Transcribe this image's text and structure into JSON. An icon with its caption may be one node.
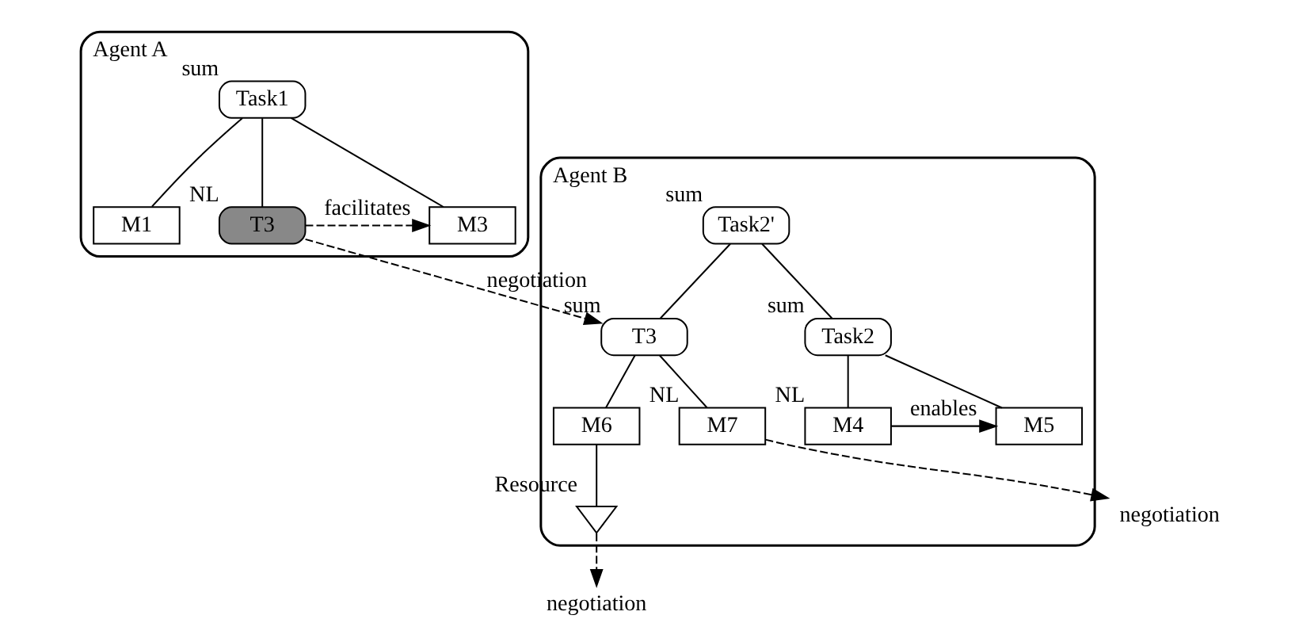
{
  "diagram": {
    "nodes": [
      {
        "text": [
          "Agent A"
        ]
      },
      {
        "text": [
          "Task1"
        ],
        "in": 0,
        "beside": [
          "sum"
        ]
      },
      {
        "text": [
          "M1"
        ],
        "in": 0
      },
      {
        "text": [
          "T3"
        ],
        "in": 0,
        "beside": [
          "NL"
        ]
      },
      {
        "text": [
          "M3"
        ],
        "in": 0
      },
      {
        "text": [
          "Agent B"
        ]
      },
      {
        "text": [
          "Task2'"
        ],
        "in": 5,
        "beside": [
          "sum"
        ]
      },
      {
        "text": [
          "Task2"
        ],
        "in": 5,
        "beside": [
          "sum"
        ]
      },
      {
        "text": [
          "T3"
        ],
        "in": 5,
        "beside": [
          "sum"
        ]
      },
      {
        "text": [
          "M4"
        ],
        "in": 5,
        "beside": [
          "NL"
        ]
      },
      {
        "text": [
          "M5"
        ],
        "in": 5
      },
      {
        "text": [
          "M6"
        ],
        "in": 5
      },
      {
        "text": [
          "M7"
        ],
        "in": 5,
        "beside": [
          "NL"
        ]
      },
      {
        "text": [],
        "shape": "triangle",
        "in": 5,
        "beside": [
          "Resource"
        ]
      },
      {
        "text": [
          "negotiation"
        ]
      },
      {
        "text": [
          "negotiation"
        ]
      }
    ],
    "edges": [
      {
        "from": 1,
        "to": 2,
        "arrow": "none"
      },
      {
        "from": 1,
        "to": 3,
        "arrow": "none"
      },
      {
        "from": 1,
        "to": 4,
        "arrow": "none"
      },
      {
        "from": 3,
        "to": 4,
        "arrow": "to",
        "style": "dashed",
        "label": "facilitates"
      },
      {
        "from": 3,
        "to": 8,
        "arrow": "to",
        "style": "dashed",
        "label": "negotiation"
      },
      {
        "from": 6,
        "to": 7,
        "arrow": "none"
      },
      {
        "from": 6,
        "to": 8,
        "arrow": "none"
      },
      {
        "from": 7,
        "to": 9,
        "arrow": "none"
      },
      {
        "from": 7,
        "to": 10,
        "arrow": "none"
      },
      {
        "from": 9,
        "to": 10,
        "arrow": "to",
        "label": "enables"
      },
      {
        "from": 8,
        "to": 11,
        "arrow": "none"
      },
      {
        "from": 8,
        "to": 12,
        "arrow": "none"
      },
      {
        "from": 11,
        "to": 13,
        "arrow": "none"
      },
      {
        "from": 13,
        "to": 14,
        "arrow": "to",
        "style": "dashed"
      },
      {
        "from": 12,
        "to": 15,
        "arrow": "to",
        "style": "dashed"
      }
    ]
  }
}
